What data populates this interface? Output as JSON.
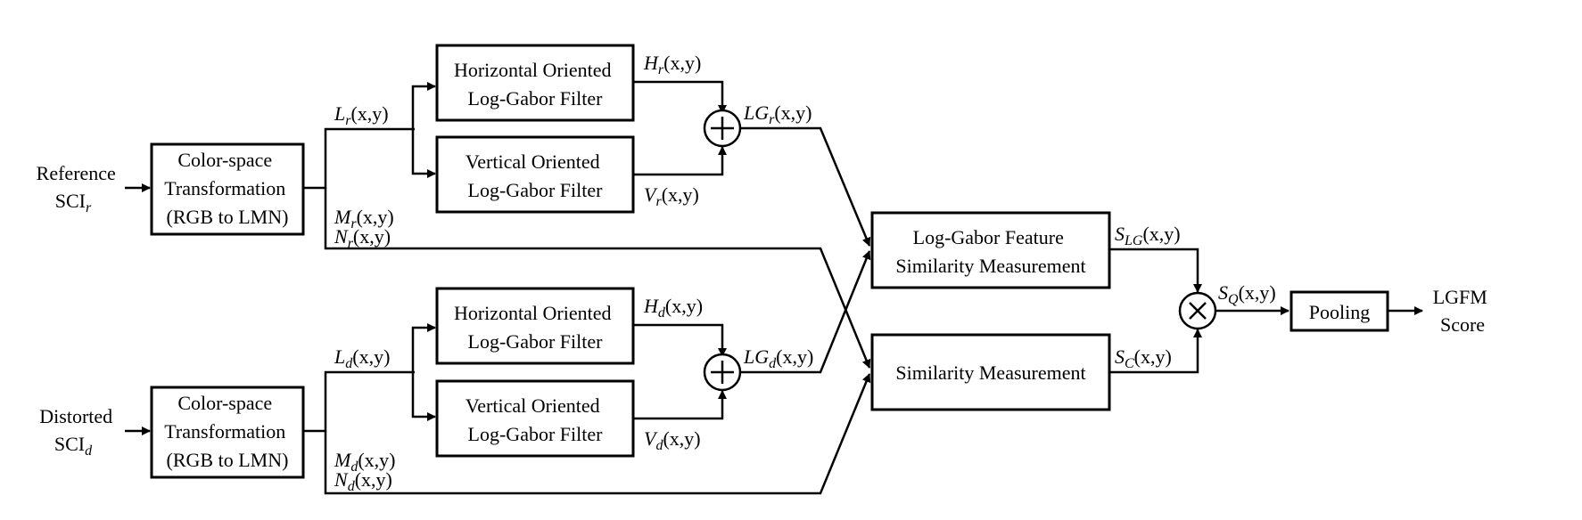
{
  "inputs": {
    "reference": {
      "line1": "Reference",
      "base": "SCI",
      "sub": "r"
    },
    "distorted": {
      "line1": "Distorted",
      "base": "SCI",
      "sub": "d"
    }
  },
  "blocks": {
    "cst_r": [
      "Color-space",
      "Transformation",
      "(RGB to LMN)"
    ],
    "cst_d": [
      "Color-space",
      "Transformation",
      "(RGB to LMN)"
    ],
    "hlg_r": [
      "Horizontal Oriented",
      "Log-Gabor Filter"
    ],
    "vlg_r": [
      "Vertical Oriented",
      "Log-Gabor Filter"
    ],
    "hlg_d": [
      "Horizontal Oriented",
      "Log-Gabor Filter"
    ],
    "vlg_d": [
      "Vertical Oriented",
      "Log-Gabor Filter"
    ],
    "lgfs": [
      "Log-Gabor Feature",
      "Similarity Measurement"
    ],
    "sim": [
      "Similarity Measurement"
    ],
    "pool": [
      "Pooling"
    ]
  },
  "signals": {
    "L_r": {
      "base": "L",
      "sub": "r",
      "arg": "(x,y)"
    },
    "M_r": {
      "base": "M",
      "sub": "r",
      "arg": "(x,y)"
    },
    "N_r": {
      "base": "N",
      "sub": "r",
      "arg": "(x,y)"
    },
    "H_r": {
      "base": "H",
      "sub": "r",
      "arg": "(x,y)"
    },
    "V_r": {
      "base": "V",
      "sub": "r",
      "arg": "(x,y)"
    },
    "LG_r": {
      "base": "LG",
      "sub": "r",
      "arg": "(x,y)"
    },
    "L_d": {
      "base": "L",
      "sub": "d",
      "arg": "(x,y)"
    },
    "M_d": {
      "base": "M",
      "sub": "d",
      "arg": "(x,y)"
    },
    "N_d": {
      "base": "N",
      "sub": "d",
      "arg": "(x,y)"
    },
    "H_d": {
      "base": "H",
      "sub": "d",
      "arg": "(x,y)"
    },
    "V_d": {
      "base": "V",
      "sub": "d",
      "arg": "(x,y)"
    },
    "LG_d": {
      "base": "LG",
      "sub": "d",
      "arg": "(x,y)"
    },
    "S_LG": {
      "base": "S",
      "sub": "LG",
      "arg": "(x,y)"
    },
    "S_C": {
      "base": "S",
      "sub": "C",
      "arg": "(x,y)"
    },
    "S_Q": {
      "base": "S",
      "sub": "Q",
      "arg": "(x,y)"
    }
  },
  "output": [
    "LGFM",
    "Score"
  ],
  "operators": {
    "sum": "+",
    "product": "×"
  }
}
